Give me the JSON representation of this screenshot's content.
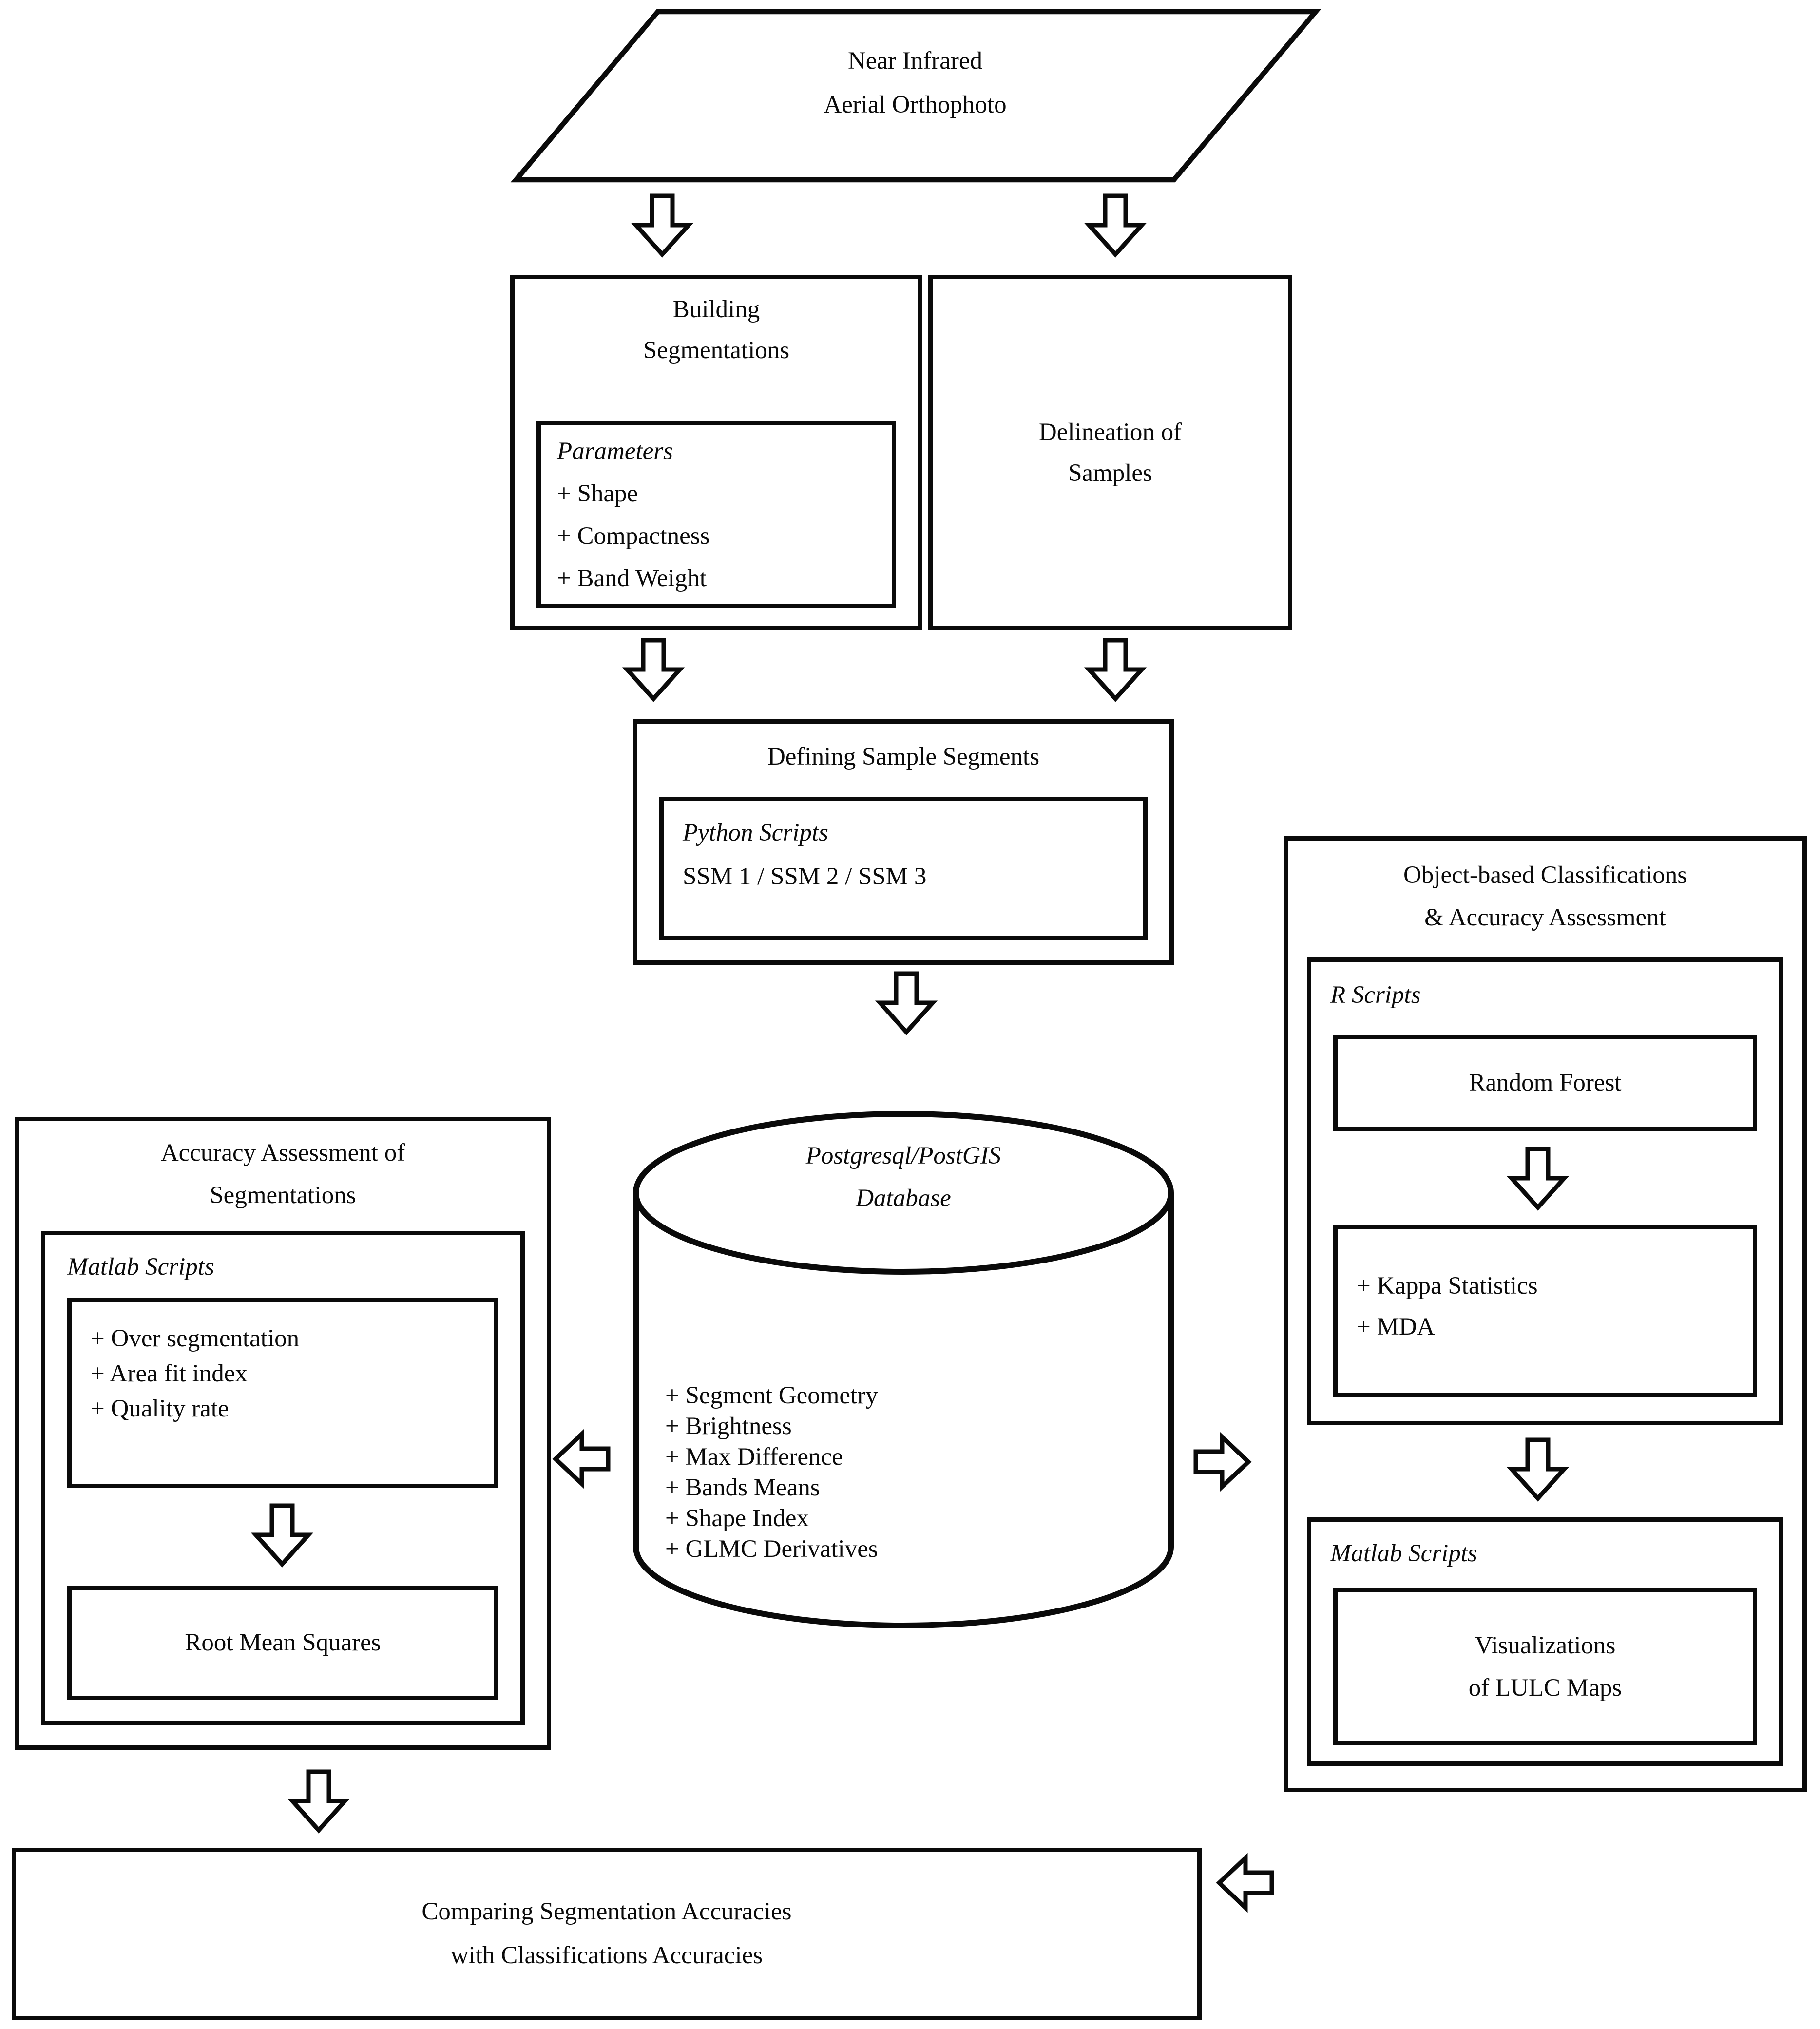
{
  "colors": {
    "ink": "#0a0a0a",
    "background": "#ffffff"
  },
  "nodes": {
    "orthophoto": {
      "line1": "Near Infrared",
      "line2": "Aerial Orthophoto"
    },
    "building": {
      "title1": "Building",
      "title2": "Segmentations",
      "label": "Parameters",
      "items": [
        "+ Shape",
        "+ Compactness",
        "+ Band Weight"
      ]
    },
    "delineation": {
      "line1": "Delineation of",
      "line2": "Samples"
    },
    "defining": {
      "title": "Defining Sample Segments",
      "label": "Python Scripts",
      "scripts": "SSM 1 / SSM 2 / SSM 3"
    },
    "database": {
      "title1": "Postgresql/PostGIS",
      "title2": "Database",
      "items": [
        "+ Segment Geometry",
        "+ Brightness",
        "+ Max Difference",
        "+ Bands Means",
        "+ Shape Index",
        "+ GLMC Derivatives"
      ]
    },
    "segmentation_accuracy": {
      "title1": "Accuracy Assessment of",
      "title2": "Segmentations",
      "label": "Matlab Scripts",
      "items": [
        "+ Over segmentation",
        "+ Area fit index",
        "+ Quality rate"
      ],
      "result": "Root Mean Squares"
    },
    "classification": {
      "title1": "Object-based Classifications",
      "title2": "& Accuracy Assessment",
      "r_label": "R Scripts",
      "random_forest": "Random Forest",
      "items": [
        "+ Kappa Statistics",
        "+ MDA"
      ],
      "matlab_label": "Matlab Scripts",
      "viz1": "Visualizations",
      "viz2": "of LULC Maps"
    },
    "comparing": {
      "line1": "Comparing Segmentation Accuracies",
      "line2": "with Classifications Accuracies"
    }
  }
}
